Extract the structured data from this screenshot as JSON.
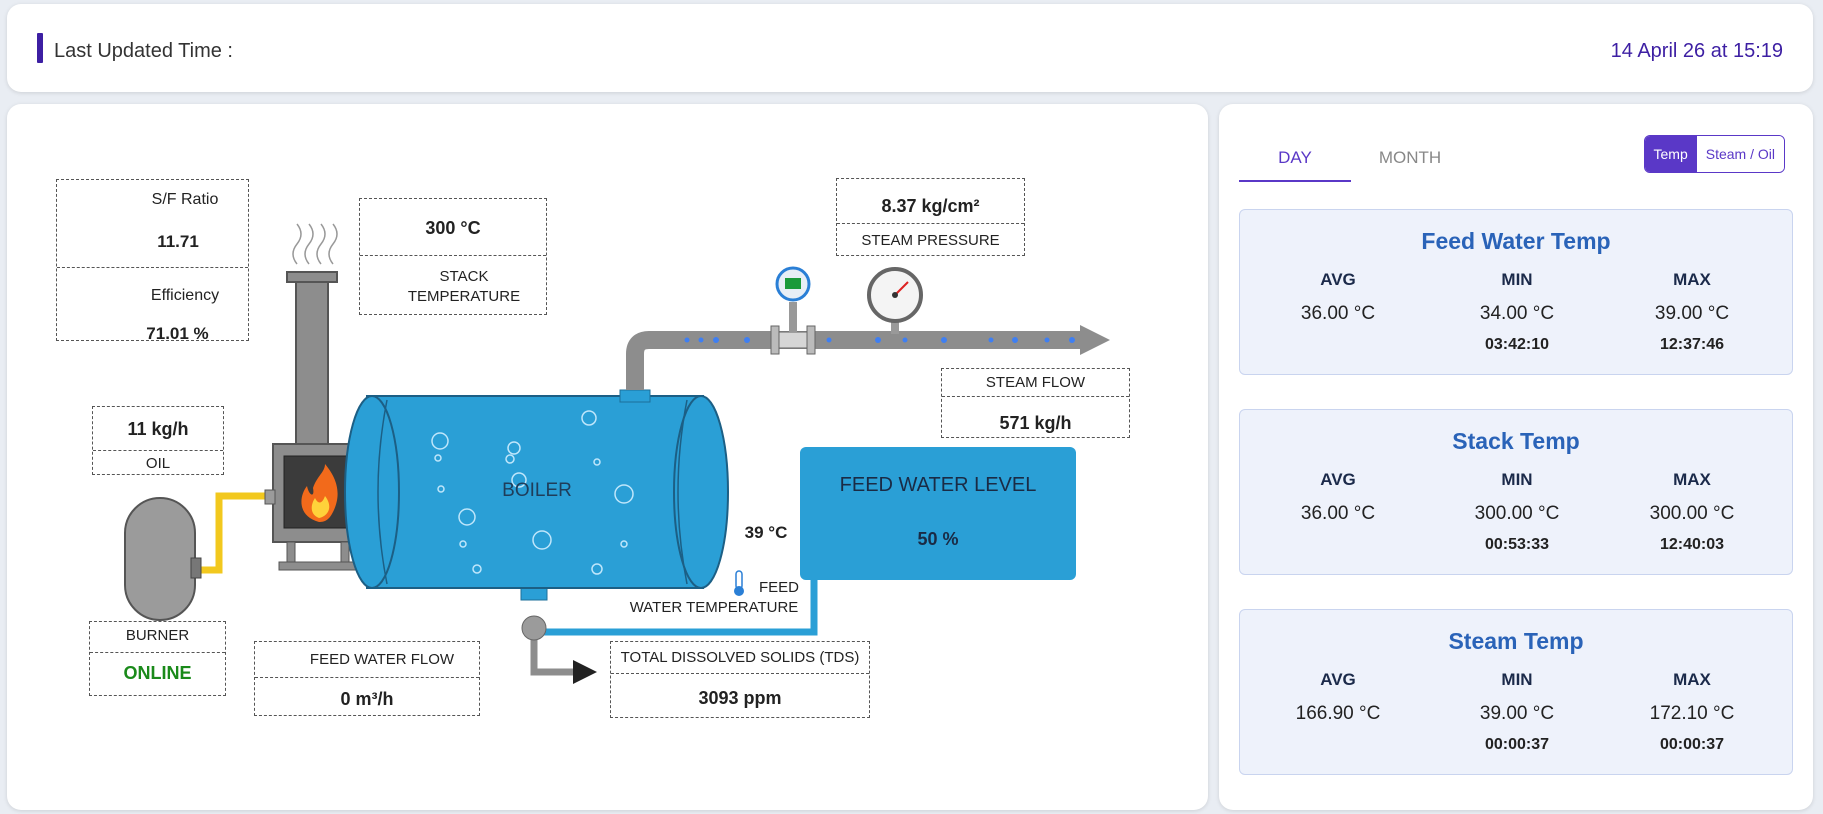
{
  "header": {
    "last_updated_label": "Last Updated Time :",
    "last_updated_value": "14 April 26 at 15:19"
  },
  "diagram": {
    "sf_ratio_label": "S/F Ratio",
    "sf_ratio_value": "11.71",
    "efficiency_label": "Efficiency",
    "efficiency_value": "71.01 %",
    "stack_temp_value": "300 °C",
    "stack_temp_label_1": "STACK",
    "stack_temp_label_2": "TEMPERATURE",
    "steam_pressure_value": "8.37 kg/cm²",
    "steam_pressure_label": "STEAM PRESSURE",
    "steam_flow_label": "STEAM FLOW",
    "steam_flow_value": "571 kg/h",
    "oil_value": "11 kg/h",
    "oil_label": "OIL",
    "boiler_label": "BOILER",
    "feed_water_level_label": "FEED WATER LEVEL",
    "feed_water_level_value": "50 %",
    "feed_water_temp_value": "39 °C",
    "feed_water_temp_label_1": "FEED",
    "feed_water_temp_label_2": "WATER TEMPERATURE",
    "burner_label": "BURNER",
    "burner_status": "ONLINE",
    "feed_water_flow_label": "FEED WATER FLOW",
    "feed_water_flow_value": "0 m³/h",
    "tds_label": "TOTAL DISSOLVED SOLIDS (TDS)",
    "tds_value": "3093 ppm"
  },
  "stats": {
    "tabs": [
      {
        "label": "DAY",
        "active": true
      },
      {
        "label": "MONTH",
        "active": false
      }
    ],
    "toggle": [
      {
        "label": "Temp",
        "active": true
      },
      {
        "label": "Steam / Oil",
        "active": false
      }
    ],
    "col_headers": [
      "AVG",
      "MIN",
      "MAX"
    ],
    "cards": [
      {
        "title": "Feed Water Temp",
        "avg": "36.00 °C",
        "min": "34.00 °C",
        "max": "39.00 °C",
        "min_time": "03:42:10",
        "max_time": "12:37:46"
      },
      {
        "title": "Stack Temp",
        "avg": "36.00 °C",
        "min": "300.00 °C",
        "max": "300.00 °C",
        "min_time": "00:53:33",
        "max_time": "12:40:03"
      },
      {
        "title": "Steam Temp",
        "avg": "166.90 °C",
        "min": "39.00 °C",
        "max": "172.10 °C",
        "min_time": "00:00:37",
        "max_time": "00:00:37"
      }
    ]
  },
  "colors": {
    "accent": "#3d1fa3",
    "tab": "#5a38c7",
    "water": "#2a9fd6",
    "card_title": "#2a63b8",
    "online": "#1a8a1a"
  }
}
